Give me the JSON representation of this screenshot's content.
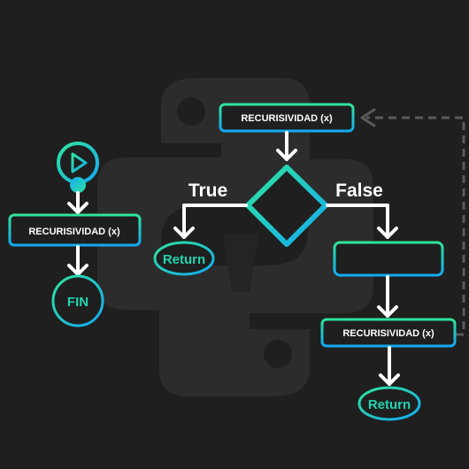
{
  "colors": {
    "background": "#1f1f1f",
    "watermark": "#2c2c2c",
    "accent_start": "#2ee59d",
    "accent_end": "#14a9f2",
    "line": "#ffffff",
    "dashed_line": "#5a5a5a",
    "label_text": "#ffffff",
    "end_text": "#23d3b0"
  },
  "left_flow": {
    "start_icon": "play-icon",
    "call_label": "RECURISIVIDAD (x)",
    "end_label": "FIN"
  },
  "right_flow": {
    "top_call_label": "RECURISIVIDAD (x)",
    "true_label": "True",
    "false_label": "False",
    "return_true_label": "Return",
    "process_label": "",
    "recursive_call_label": "RECURISIVIDAD (x)",
    "return_false_label": "Return"
  },
  "watermark_icon": "python-logo-icon"
}
